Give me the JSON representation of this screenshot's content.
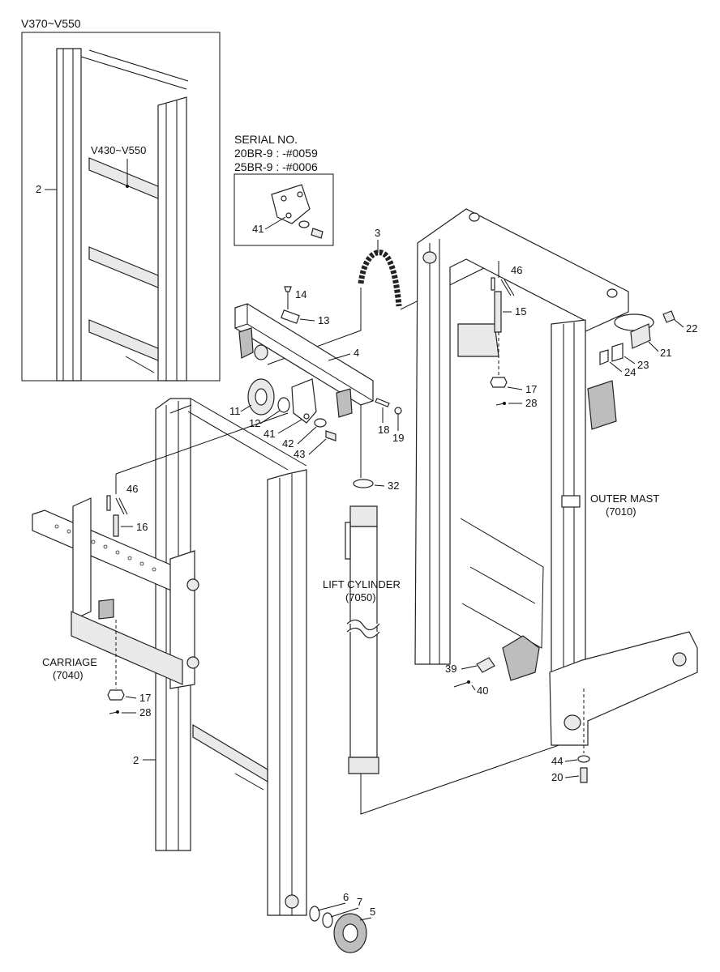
{
  "inset_main": {
    "variant_range": "V370~V550",
    "sub_variant_range": "V430~V550",
    "part_no": "2"
  },
  "serial_box": {
    "title": "SERIAL NO.",
    "line1": "20BR-9 : -#0059",
    "line2": "25BR-9 : -#0006",
    "part_no": "41"
  },
  "assemblies": {
    "carriage": {
      "name": "CARRIAGE",
      "code": "(7040)"
    },
    "outer_mast": {
      "name": "OUTER MAST",
      "code": "(7010)"
    },
    "lift_cylinder": {
      "name": "LIFT CYLINDER",
      "code": "(7050)"
    }
  },
  "callouts": {
    "p2": "2",
    "p3": "3",
    "p4": "4",
    "p5": "5",
    "p6": "6",
    "p7": "7",
    "p11": "11",
    "p12": "12",
    "p13": "13",
    "p14": "14",
    "p15": "15",
    "p16": "16",
    "p17a": "17",
    "p17b": "17",
    "p18": "18",
    "p19": "19",
    "p20": "20",
    "p21": "21",
    "p22": "22",
    "p23": "23",
    "p24": "24",
    "p28a": "28",
    "p28b": "28",
    "p32": "32",
    "p39": "39",
    "p40": "40",
    "p41": "41",
    "p42": "42",
    "p43": "43",
    "p44": "44",
    "p46a": "46",
    "p46b": "46"
  }
}
